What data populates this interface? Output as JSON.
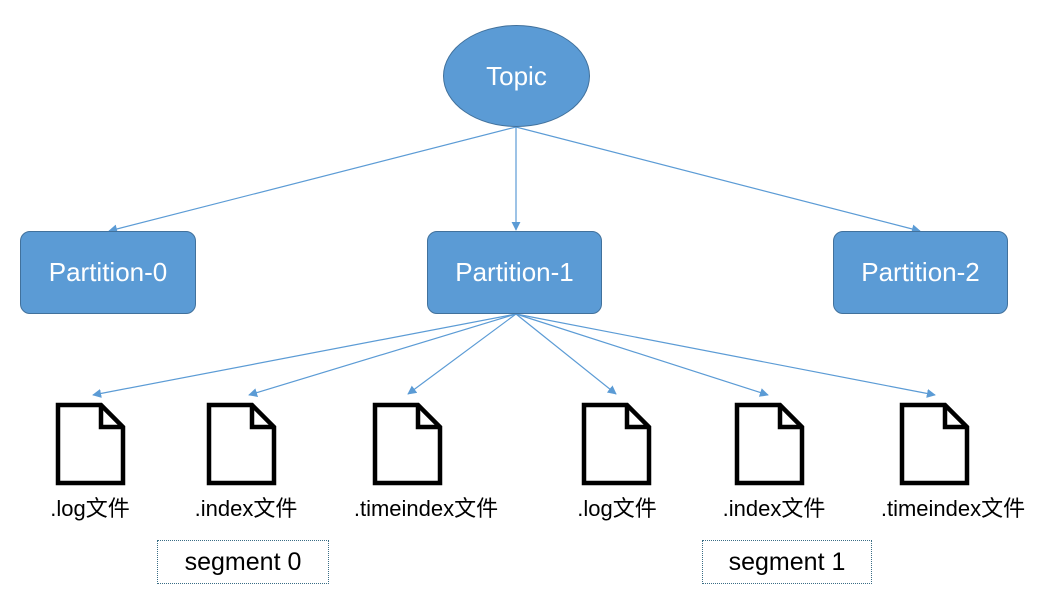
{
  "topic": {
    "label": "Topic"
  },
  "partitions": [
    {
      "label": "Partition-0"
    },
    {
      "label": "Partition-1"
    },
    {
      "label": "Partition-2"
    }
  ],
  "files": [
    {
      "label": ".log文件",
      "icon": "document-icon"
    },
    {
      "label": ".index文件",
      "icon": "document-icon"
    },
    {
      "label": ".timeindex文件",
      "icon": "document-icon"
    },
    {
      "label": ".log文件",
      "icon": "document-icon"
    },
    {
      "label": ".index文件",
      "icon": "document-icon"
    },
    {
      "label": ".timeindex文件",
      "icon": "document-icon"
    }
  ],
  "segments": [
    {
      "label": "segment 0"
    },
    {
      "label": "segment 1"
    }
  ],
  "colors": {
    "node_fill": "#5b9bd5",
    "node_border": "#41719c",
    "edge": "#5b9bd5",
    "segment_border": "#3a6d85"
  }
}
